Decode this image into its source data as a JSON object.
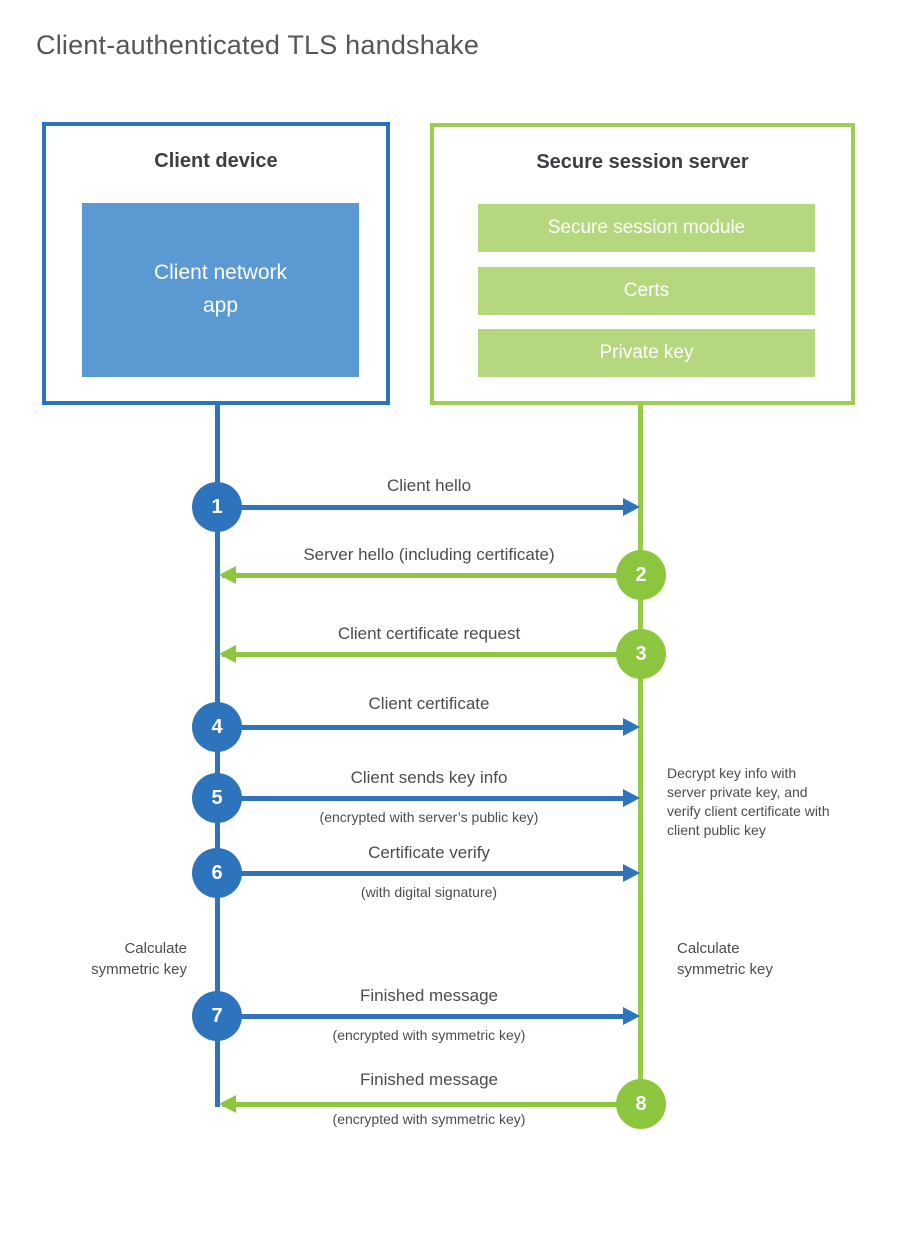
{
  "title": "Client-authenticated TLS handshake",
  "colors": {
    "client_accent": "#2e74bc",
    "client_fill": "#5b99d2",
    "server_accent": "#8cc63e",
    "server_border": "#9ecd55",
    "server_fill": "#b5d87e",
    "text_dark": "#3d3e42",
    "text_gray": "#4b4c4e",
    "title_gray": "#55565a"
  },
  "client": {
    "title": "Client device",
    "app_label": "Client network\napp"
  },
  "server": {
    "title": "Secure session server",
    "modules": [
      "Secure session module",
      "Certs",
      "Private key"
    ]
  },
  "steps": [
    {
      "num": "1",
      "from": "client",
      "label": "Client hello",
      "sub": ""
    },
    {
      "num": "2",
      "from": "server",
      "label": "Server hello (including certificate)",
      "sub": ""
    },
    {
      "num": "3",
      "from": "server",
      "label": "Client certificate request",
      "sub": ""
    },
    {
      "num": "4",
      "from": "client",
      "label": "Client certificate",
      "sub": ""
    },
    {
      "num": "5",
      "from": "client",
      "label": "Client sends key info",
      "sub": "(encrypted with server’s public key)"
    },
    {
      "num": "6",
      "from": "client",
      "label": "Certificate verify",
      "sub": "(with digital signature)"
    },
    {
      "num": "7",
      "from": "client",
      "label": "Finished message",
      "sub": "(encrypted with symmetric key)"
    },
    {
      "num": "8",
      "from": "server",
      "label": "Finished message",
      "sub": "(encrypted with symmetric key)"
    }
  ],
  "annotations": {
    "decrypt_note": "Decrypt key info with server private key, and verify client certificate with client public key",
    "calculate_left": "Calculate\nsymmetric key",
    "calculate_right": "Calculate\nsymmetric key"
  }
}
